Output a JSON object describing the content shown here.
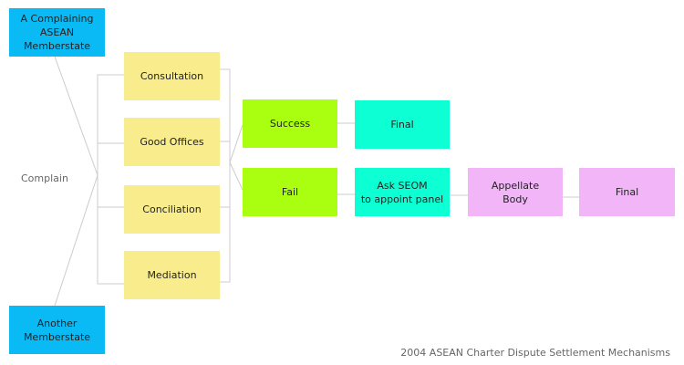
{
  "parties": {
    "complainant": "A Complaining\nASEAN\nMemberstate",
    "respondent": "Another\nMemberstate"
  },
  "complain_label": "Complain",
  "methods": [
    "Consultation",
    "Good Offices",
    "Conciliation",
    "Mediation"
  ],
  "outcomes": {
    "success": "Success",
    "fail": "Fail"
  },
  "success_final": "Final",
  "fail_path": {
    "ask_seom": "Ask SEOM\nto appoint panel",
    "appellate": "Appellate\nBody",
    "final": "Final"
  },
  "caption": "2004 ASEAN Charter Dispute Settlement Mechanisms",
  "colors": {
    "party": "#0abaf5",
    "method": "#f9ec8d",
    "outcome": "#aaff10",
    "panel": "#0dffd4",
    "appeal": "#f2b6f8",
    "line": "#cccccc"
  }
}
